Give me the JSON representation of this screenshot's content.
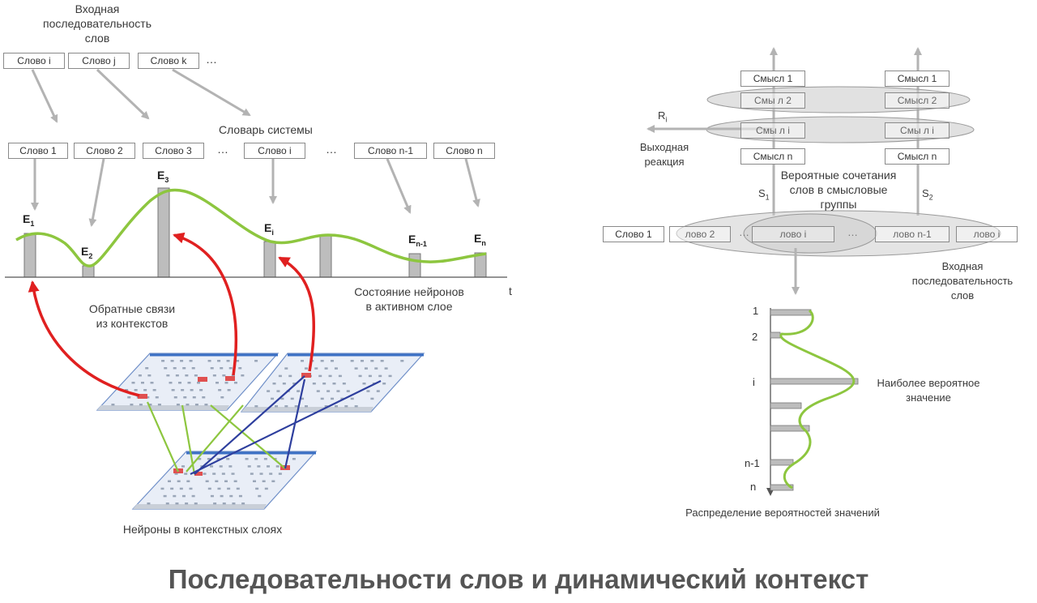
{
  "left": {
    "input_sequence_label": [
      "Входная",
      "последовательность",
      "слов"
    ],
    "input_words": [
      "Слово i",
      "Слово j",
      "Слово k"
    ],
    "input_ellipsis": "…",
    "dictionary_label": "Словарь системы",
    "dictionary_words": [
      "Слово 1",
      "Слово 2",
      "Слово 3",
      "Слово i",
      "Слово n-1",
      "Слово n"
    ],
    "dictionary_ellipses": [
      "…",
      "…"
    ],
    "energy_labels": [
      {
        "main": "E",
        "sub": "1"
      },
      {
        "main": "E",
        "sub": "2"
      },
      {
        "main": "E",
        "sub": "3"
      },
      {
        "main": "E",
        "sub": "i"
      },
      {
        "main": "E",
        "sub": "n-1"
      },
      {
        "main": "E",
        "sub": "n"
      }
    ],
    "time_axis_label": "t",
    "neuron_state_label": [
      "Состояние нейронов",
      "в активном слое"
    ],
    "feedback_label": [
      "Обратные связи",
      "из контекстов"
    ],
    "context_layers_label": "Нейроны в контекстных слоях"
  },
  "right": {
    "meanings_col1": [
      "Смысл 1",
      "Смы  л 2",
      "Смы  л i",
      "Смысл n"
    ],
    "meanings_col2": [
      "Смысл 1",
      "Смысл 2",
      "Смы  л i",
      "Смысл n"
    ],
    "output_marker": {
      "main": "R",
      "sub": "i"
    },
    "output_label": [
      "Выходная",
      "реакция"
    ],
    "combinations_label": [
      "Вероятные сочетания",
      "слов в смысловые",
      "группы"
    ],
    "s_labels": [
      {
        "main": "S",
        "sub": "1"
      },
      {
        "main": "S",
        "sub": "2"
      }
    ],
    "sequence_words": [
      "Слово 1",
      "лово 2",
      "лово i",
      "лово n-1",
      "лово i"
    ],
    "sequence_ellipses": [
      "…",
      "…"
    ],
    "input_sequence_label": [
      "Входная",
      "последовательность",
      "слов"
    ],
    "distribution_ticks": [
      "1",
      "2",
      "i",
      "n-1",
      "n"
    ],
    "most_probable_label": [
      "Наиболее вероятное",
      "значение"
    ],
    "distribution_label": "Распределение вероятностей значений"
  },
  "title": "Последовательности слов и динамический контекст",
  "colors": {
    "curve": "#8dc63f",
    "feedback": "#e02020",
    "blue_link": "#2e3f9e",
    "gray_arrow": "#b3b3b3",
    "bar": "#bdbdbd"
  }
}
